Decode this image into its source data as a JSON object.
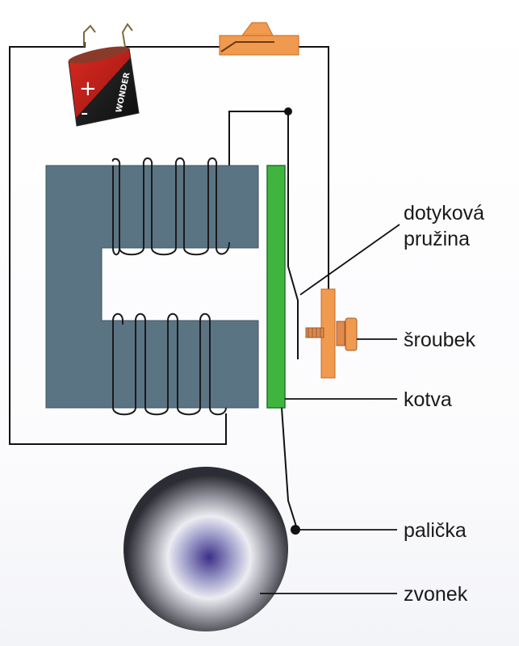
{
  "labels": {
    "spring_line1": "dotyková",
    "spring_line2": "pružina",
    "screw": "šroubek",
    "armature": "kotva",
    "hammer": "palička",
    "bell": "zvonek"
  },
  "battery": {
    "plus": "+",
    "minus": "-",
    "brand": "WONDER"
  },
  "colors": {
    "core": "#5b7484",
    "armature": "#3fb53f",
    "switch": "#ef9a4e",
    "battery_red": "#c8251e",
    "battery_black": "#1c1c1c",
    "wire": "#111111"
  }
}
